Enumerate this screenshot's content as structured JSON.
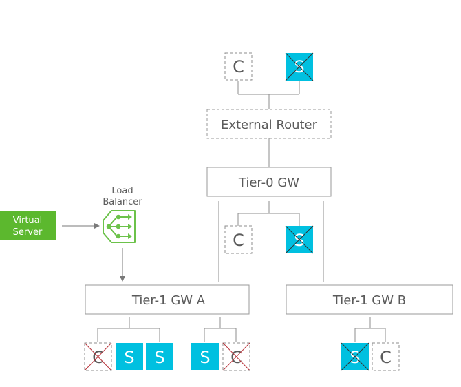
{
  "colors": {
    "line": "#8e8e8e",
    "box_border": "#9a9a9a",
    "text": "#5a5a5a",
    "service_fill": "#00c0e0",
    "virtual_server_fill": "#5cb82e",
    "load_balancer_green": "#6cc24a",
    "cross_red": "#b8333a"
  },
  "nodes": {
    "external_router": "External Router",
    "tier0": "Tier-0 GW",
    "tier1a": "Tier-1 GW A",
    "tier1b": "Tier-1 GW B"
  },
  "load_balancer": {
    "label_line1": "Load",
    "label_line2": "Balancer",
    "icon": "load-balancer-icon"
  },
  "virtual_server": {
    "label_line1": "Virtual",
    "label_line2": "Server"
  },
  "labels": {
    "c": "C",
    "s": "S"
  }
}
